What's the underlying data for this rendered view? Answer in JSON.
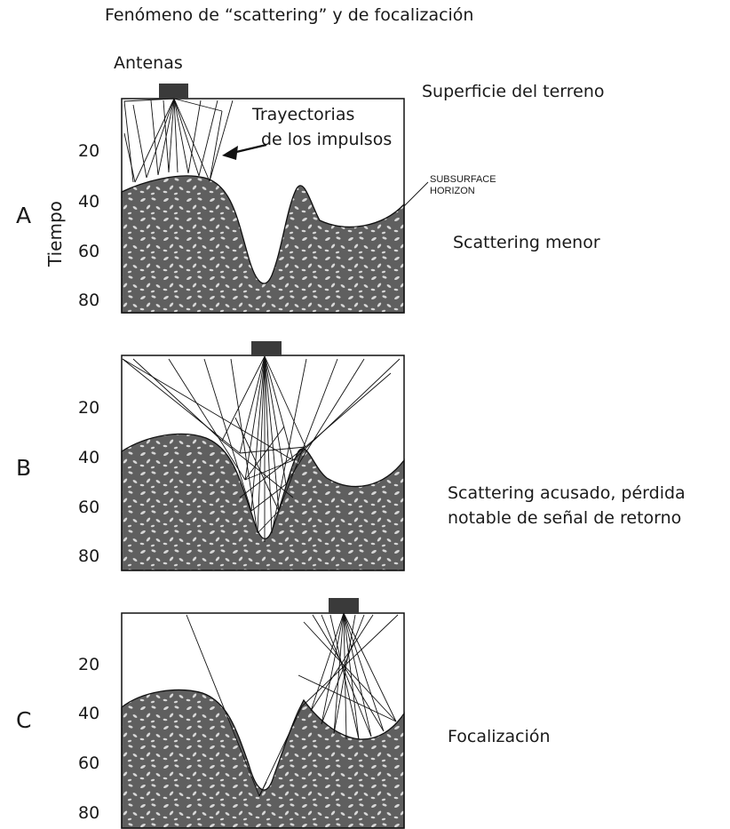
{
  "title": "Fenómeno de “scattering” y de focalización",
  "labels": {
    "antenas": "Antenas",
    "superficie": "Superficie del terreno",
    "trayectorias_1": "Trayectorias",
    "trayectorias_2": "de los impulsos",
    "horizon_1": "SUBSURFACE",
    "horizon_2": "HORIZON",
    "axis": "Tiempo"
  },
  "panels": [
    {
      "letter": "A",
      "caption_1": "Scattering menor",
      "caption_2": ""
    },
    {
      "letter": "B",
      "caption_1": "Scattering acusado, pérdida",
      "caption_2": "notable de señal de retorno"
    },
    {
      "letter": "C",
      "caption_1": "Focalización",
      "caption_2": ""
    }
  ],
  "ticks": [
    "20",
    "40",
    "60",
    "80"
  ],
  "colors": {
    "ground": "#5f5f5f",
    "antenna": "#3a3a3a",
    "line": "#111111",
    "speckle": "#d8d8d8"
  }
}
